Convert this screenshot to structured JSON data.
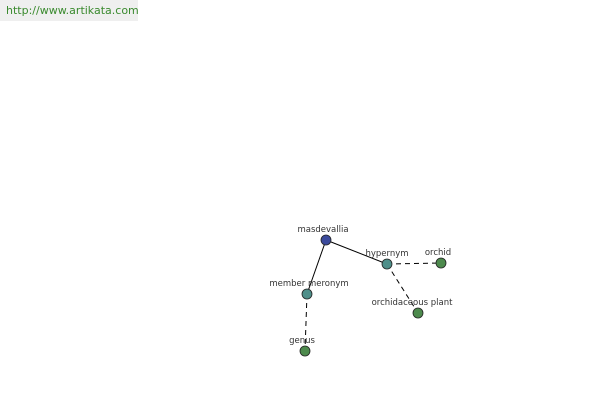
{
  "source_url": "http://www.artikata.com",
  "graph": {
    "nodes": [
      {
        "id": "masdevallia",
        "label": "masdevallia",
        "color": "#3b4a9c"
      },
      {
        "id": "hypernym",
        "label": "hypernym",
        "color": "#4f8f8a"
      },
      {
        "id": "member-meronym",
        "label": "member meronym",
        "color": "#4f8f8a"
      },
      {
        "id": "orchid",
        "label": "orchid",
        "color": "#4d8a4d"
      },
      {
        "id": "orchidaceous-plant",
        "label": "orchidaceous plant",
        "color": "#4d8a4d"
      },
      {
        "id": "genus",
        "label": "genus",
        "color": "#4d8a4d"
      }
    ],
    "edges": [
      {
        "from": "masdevallia",
        "to": "hypernym",
        "style": "solid"
      },
      {
        "from": "masdevallia",
        "to": "member-meronym",
        "style": "solid"
      },
      {
        "from": "hypernym",
        "to": "orchid",
        "style": "dashed"
      },
      {
        "from": "hypernym",
        "to": "orchidaceous-plant",
        "style": "dashed"
      },
      {
        "from": "member-meronym",
        "to": "genus",
        "style": "dashed"
      }
    ]
  }
}
